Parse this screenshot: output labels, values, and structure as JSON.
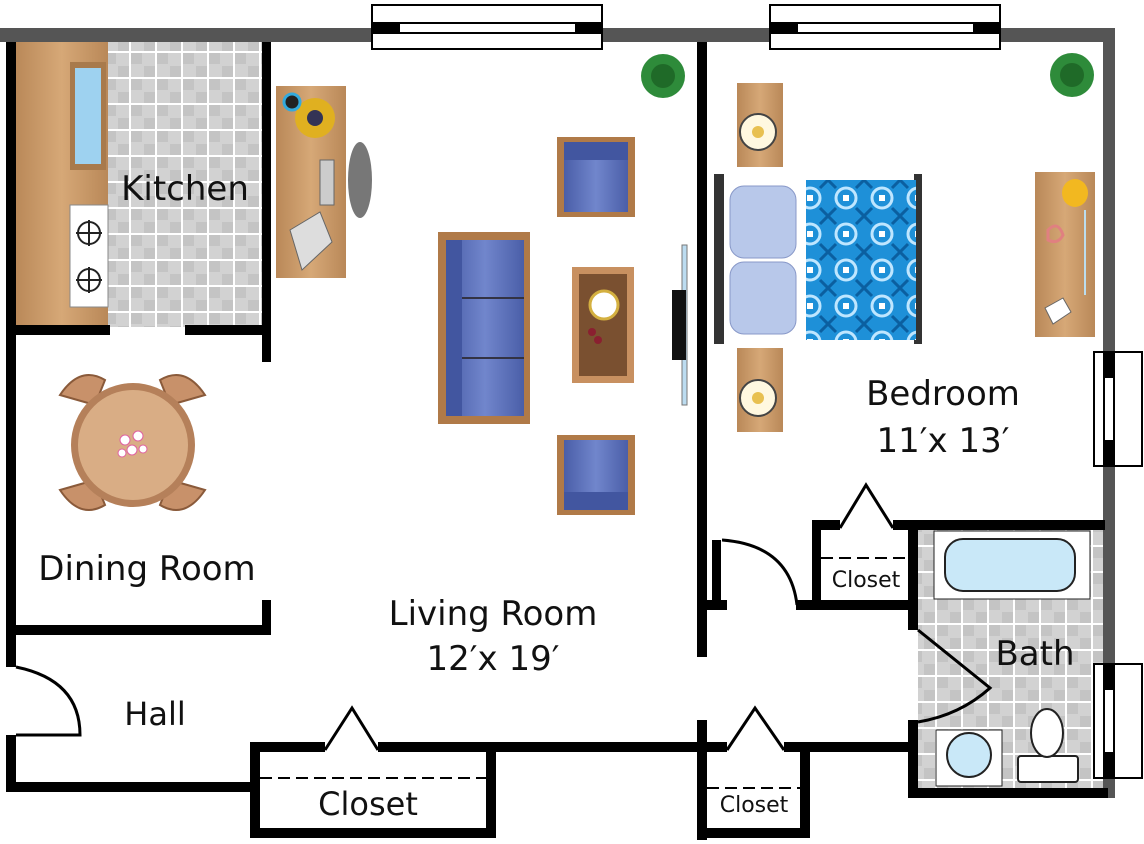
{
  "rooms": {
    "kitchen": "Kitchen",
    "dining": "Dining Room",
    "living": "Living Room",
    "living_size": "12′x 19′",
    "bedroom": "Bedroom",
    "bedroom_size": "11′x 13′",
    "bath": "Bath",
    "hall": "Hall",
    "closet_hall": "Closet",
    "closet_living": "Closet",
    "closet_bedroom": "Closet"
  },
  "colors": {
    "wall": "#000000",
    "exterior_wall": "#555555",
    "wood": "#c8986a",
    "upholstery": "#5a6fb5",
    "tile": "#d4d4d4",
    "water": "#c9e8f8",
    "bedspread": "#1e90d8",
    "plant": "#2e8b3a"
  }
}
